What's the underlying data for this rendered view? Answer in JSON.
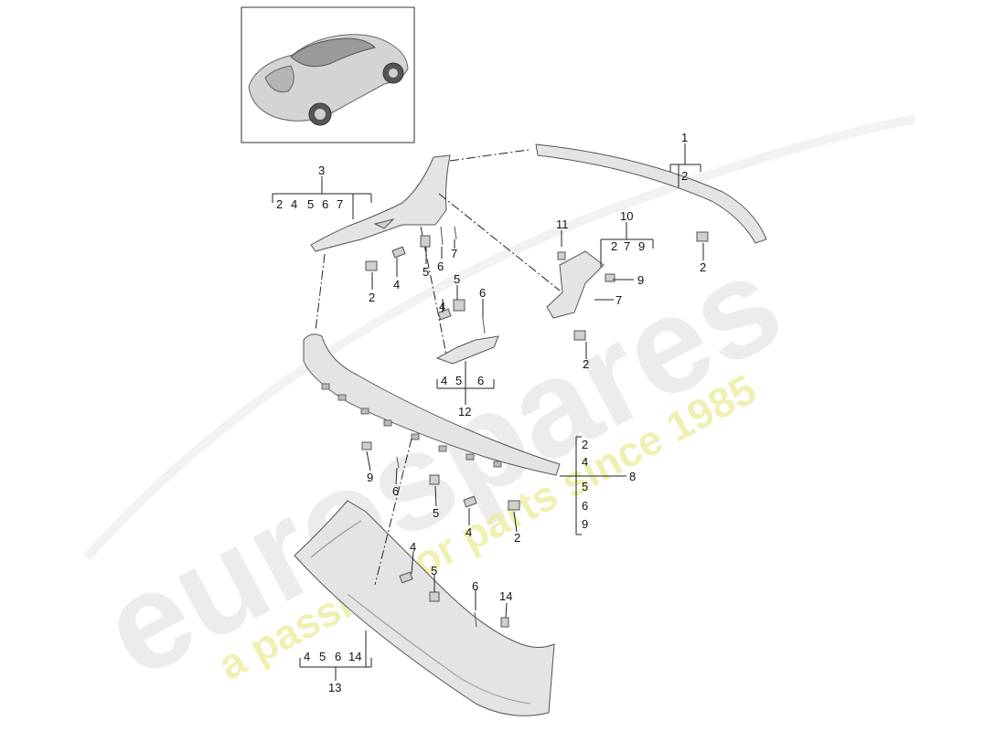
{
  "watermark": {
    "brand": "eurospares",
    "tagline": "a passion for parts since 1985",
    "brand_color": "#d8d8d8",
    "tagline_color": "#eeee9a"
  },
  "labels": {
    "p1": "1",
    "p1_sub": "2",
    "p3": "3",
    "p3_sub": [
      "2",
      "4",
      "5",
      "6",
      "7"
    ],
    "p10": "10",
    "p10_sub": [
      "2",
      "7",
      "9"
    ],
    "p11": "11",
    "p12": "12",
    "p12_sub": [
      "4",
      "5",
      "6"
    ],
    "p8": "8",
    "p8_sub": [
      "2",
      "4",
      "5",
      "6",
      "9"
    ],
    "p13": "13",
    "p13_sub": [
      "4",
      "5",
      "6",
      "14"
    ],
    "clip_a_2": "2",
    "clip_a_4": "4",
    "clip_a_5": "5",
    "clip_a_6": "6",
    "clip_a_7": "7",
    "clip_b_5": "5",
    "clip_b_6": "6",
    "clip_b_4": "4",
    "clip_c_9": "9",
    "clip_c_7": "7",
    "clip_c_2": "2",
    "clip_d_2": "2",
    "clip_e_9": "9",
    "clip_e_6": "6",
    "clip_e_5": "5",
    "clip_e_4": "4",
    "clip_e_2": "2",
    "clip_f_4": "4",
    "clip_f_5": "5",
    "clip_f_6": "6",
    "clip_f_14": "14"
  }
}
